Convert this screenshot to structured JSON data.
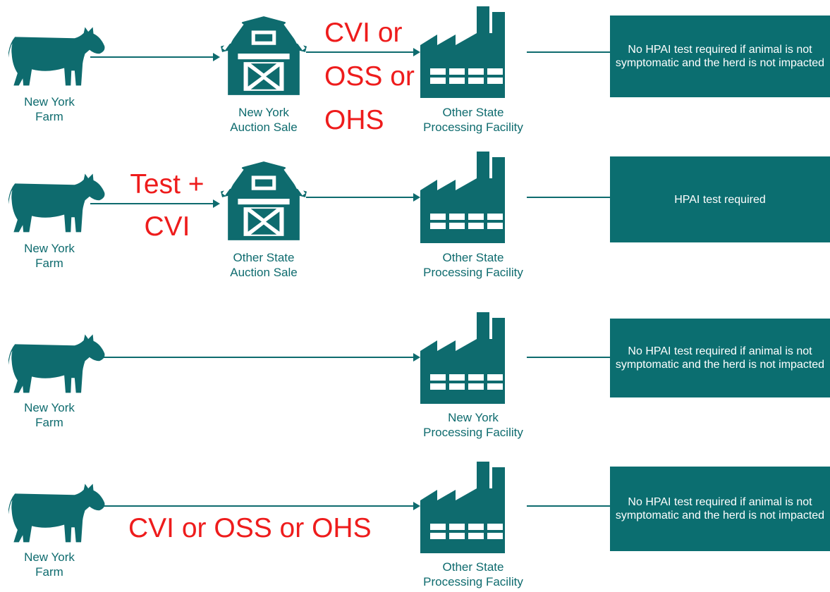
{
  "colors": {
    "teal": "#0e6b6e",
    "box_teal": "#0b6e70",
    "red": "#ee1c1c"
  },
  "rows": [
    {
      "farm": "New York\nFarm",
      "auction": "New York\nAuction Sale",
      "annotation": "CVI or\nOSS or\nOHS",
      "facility": "Other State\nProcessing Facility",
      "requirement": "No HPAI test required if animal is not symptomatic and the herd is not impacted"
    },
    {
      "farm": "New York\nFarm",
      "annotation": "Test +\nCVI",
      "auction": "Other State\nAuction Sale",
      "facility": "Other State\nProcessing Facility",
      "requirement": "HPAI test required"
    },
    {
      "farm": "New York\nFarm",
      "facility": "New York\nProcessing Facility",
      "requirement": "No HPAI test required if animal is not symptomatic and the herd is not impacted"
    },
    {
      "farm": "New York\nFarm",
      "annotation": "CVI or OSS or OHS",
      "facility": "Other State\nProcessing Facility",
      "requirement": "No HPAI test required if animal is not symptomatic and the herd is not impacted"
    }
  ]
}
